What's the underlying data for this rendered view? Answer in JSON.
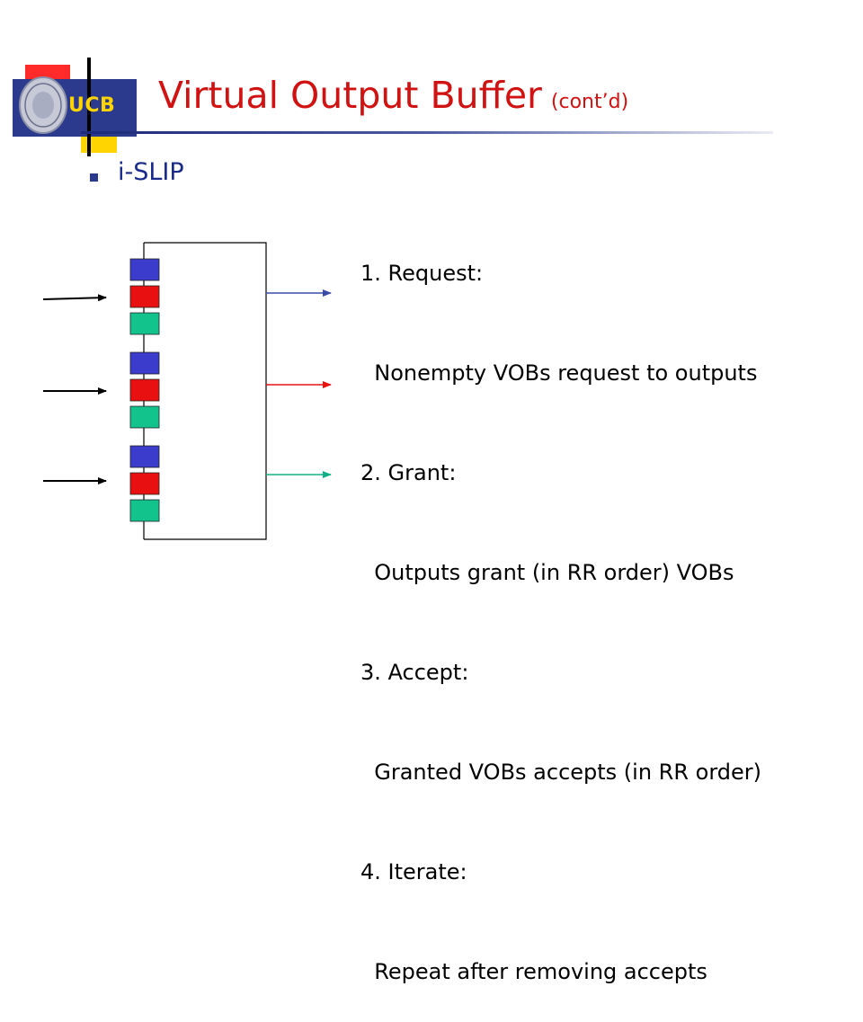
{
  "slide": {
    "logo_text": "UCB",
    "title_main": "Virtual Output Buffer",
    "title_sub": "(cont’d)",
    "bullet": "i-SLIP",
    "steps": [
      "1. Request:",
      "  Nonempty VOBs request to outputs",
      "2. Grant:",
      "  Outputs grant (in RR order) VOBs",
      "3. Accept:",
      "  Granted VOBs accepts (in RR order)",
      "4. Iterate:",
      "  Repeat after removing accepts"
    ]
  },
  "colors": {
    "title": "#d01212",
    "voq_blue": "#3b3bcc",
    "voq_red": "#e81010",
    "voq_green": "#12c48c",
    "output_blue": "#3a4aa8",
    "output_red": "#e81010",
    "output_green": "#12b084"
  }
}
